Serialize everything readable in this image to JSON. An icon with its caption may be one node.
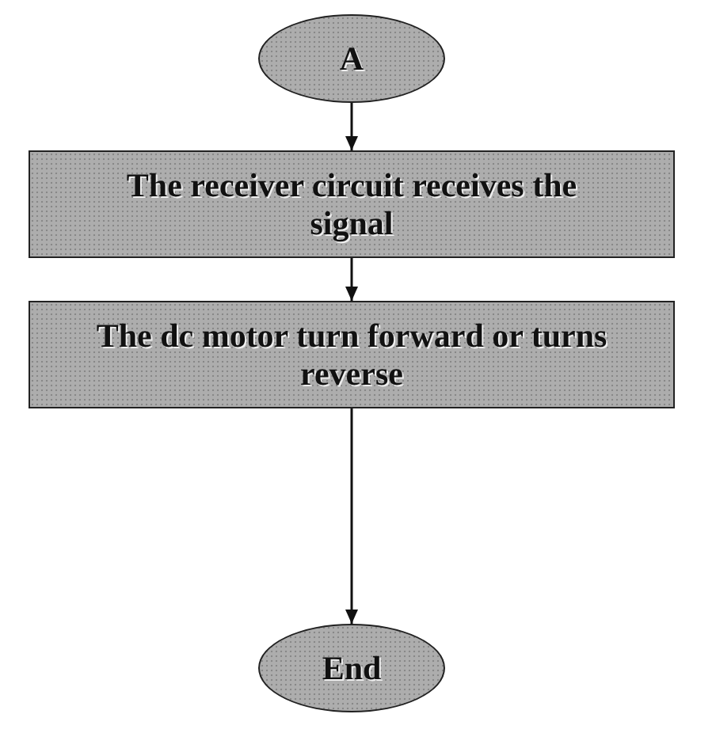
{
  "diagram": {
    "nodes": [
      {
        "text": [
          "A"
        ]
      },
      {
        "text": [
          "The receiver circuit receives the signal"
        ]
      },
      {
        "text": [
          "The dc motor turn forward or turns reverse"
        ]
      },
      {
        "text": [
          "End"
        ]
      }
    ],
    "edges": [
      {
        "from": 0,
        "to": 1,
        "arrow": "to"
      },
      {
        "from": 1,
        "to": 2,
        "arrow": "to"
      },
      {
        "from": 2,
        "to": 3,
        "arrow": "to"
      }
    ]
  }
}
